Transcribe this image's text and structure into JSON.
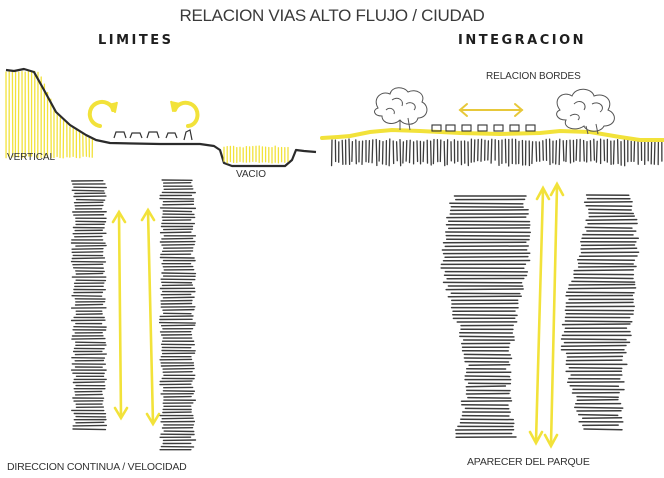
{
  "title": "RELACION VIAS ALTO FLUJO / CIUDAD",
  "left": {
    "heading": "LIMITES",
    "label_vertical": "VERTICAL",
    "label_vacio": "VACIO",
    "caption": "DIRECCION CONTINUA / VELOCIDAD"
  },
  "right": {
    "heading": "INTEGRACION",
    "label_bordes": "RELACION BORDES",
    "caption": "APARECER DEL PARQUE"
  },
  "colors": {
    "ink": "#2b2b2b",
    "accent_yellow": "#f2e23a",
    "hatch": "#3c3c3c"
  }
}
